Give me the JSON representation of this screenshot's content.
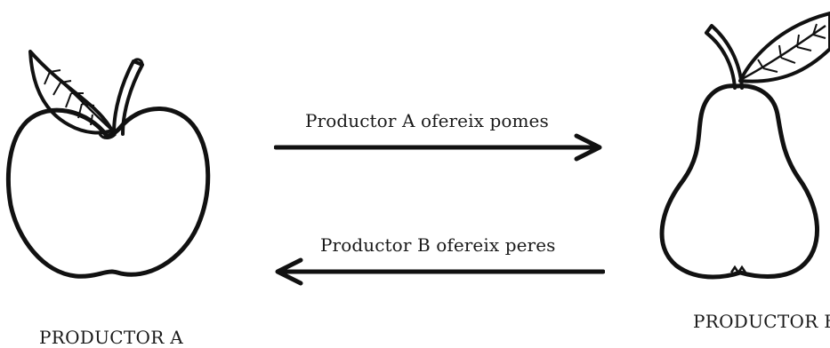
{
  "diagram": {
    "exchange": {
      "a_to_b_label": "Productor A ofereix pomes",
      "b_to_a_label": "Productor B ofereix peres"
    },
    "producers": {
      "a": {
        "label": "PRODUCTOR A",
        "fruit_icon": "apple-icon"
      },
      "b": {
        "label": "PRODUCTOR B",
        "fruit_icon": "pear-icon"
      }
    },
    "colors": {
      "ink": "#111111",
      "background": "#ffffff"
    }
  }
}
